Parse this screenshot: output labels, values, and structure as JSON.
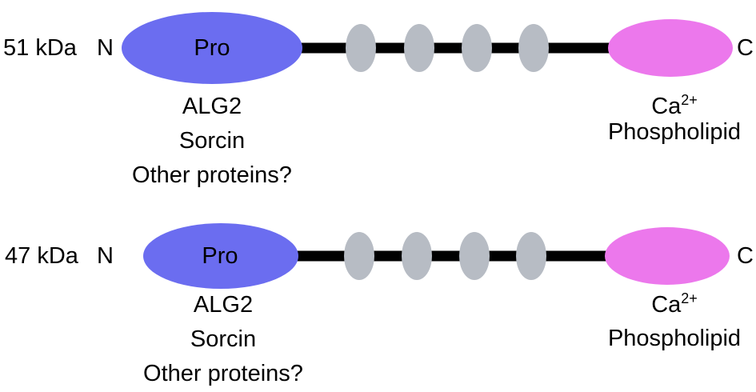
{
  "proteins": [
    {
      "mass": "51 kDa",
      "n_term": "N",
      "c_term": "C",
      "domain_label": "Pro",
      "n_binders": [
        "ALG2",
        "Sorcin",
        "Other proteins?"
      ],
      "c_ion": "Ca",
      "c_ion_charge": "2+",
      "c_binder": "Phospholipid"
    },
    {
      "mass": "47 kDa",
      "n_term": "N",
      "c_term": "C",
      "domain_label": "Pro",
      "n_binders": [
        "ALG2",
        "Sorcin",
        "Other proteins?"
      ],
      "c_ion": "Ca",
      "c_ion_charge": "2+",
      "c_binder": "Phospholipid"
    }
  ],
  "colors": {
    "pro_domain": "#6b6df0",
    "c_domain": "#ec78ec",
    "repeat": "#b7bcc4",
    "linker": "#000000"
  }
}
